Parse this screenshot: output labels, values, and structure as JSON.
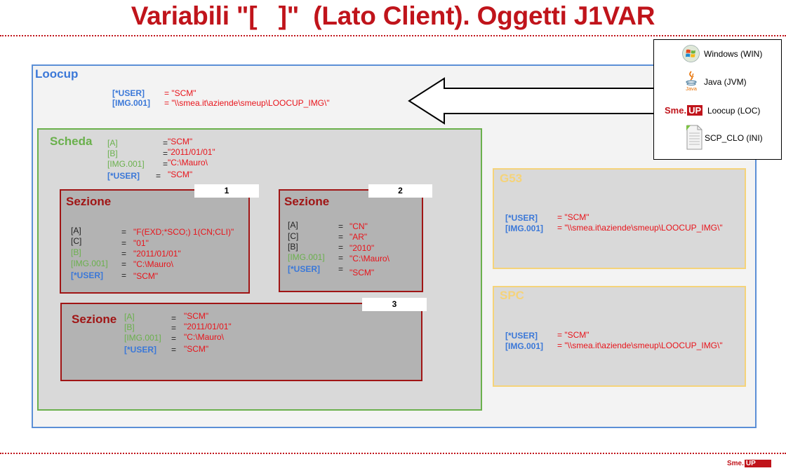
{
  "title": "Variabili \"[   ]\"  (Lato Client). Oggetti J1VAR",
  "loocup": {
    "label": "Loocup",
    "rows": [
      {
        "key": "[*USER]",
        "val": "= \"SCM\""
      },
      {
        "key": "[IMG.001]",
        "val": "= \"\\\\smea.it\\aziende\\smeup\\LOOCUP_IMG\\\""
      }
    ]
  },
  "scheda": {
    "label": "Scheda",
    "rows": [
      {
        "key": "[A]",
        "eq": "=",
        "val": "\"SCM\""
      },
      {
        "key": "[B]",
        "eq": "=",
        "val": "\"2011/01/01\""
      },
      {
        "key": "[IMG.001]",
        "eq": "=",
        "val": "\"C:\\Mauro\\"
      },
      {
        "key": "[*USER]",
        "eq": "=",
        "val": "\"SCM\""
      }
    ]
  },
  "sezione1": {
    "label": "Sezione",
    "num": "1",
    "rows": [
      {
        "key": "[A]",
        "eq": "=",
        "val": "\"F(EXD;*SCO;) 1(CN;CLI)\""
      },
      {
        "key": "[C]",
        "eq": "=",
        "val": "\"01\""
      },
      {
        "key": "[B]",
        "eq": "=",
        "val": "\"2011/01/01\""
      },
      {
        "key": "[IMG.001]",
        "eq": "=",
        "val": "\"C:\\Mauro\\"
      },
      {
        "key": "[*USER]",
        "eq": "=",
        "val": "\"SCM\""
      }
    ]
  },
  "sezione2": {
    "label": "Sezione",
    "num": "2",
    "rows": [
      {
        "key": "[A]",
        "eq": "=",
        "val": "\"CN\""
      },
      {
        "key": "[C]",
        "eq": "=",
        "val": "\"AR\""
      },
      {
        "key": "[B]",
        "eq": "=",
        "val": "\"2010\""
      },
      {
        "key": "[IMG.001]",
        "eq": "=",
        "val": "\"C:\\Mauro\\"
      },
      {
        "key": "[*USER]",
        "eq": "=",
        "val": "\"SCM\""
      }
    ]
  },
  "sezione3": {
    "label": "Sezione",
    "num": "3",
    "rows": [
      {
        "key": "[A]",
        "eq": "=",
        "val": "\"SCM\""
      },
      {
        "key": "[B]",
        "eq": "=",
        "val": "\"2011/01/01\""
      },
      {
        "key": "[IMG.001]",
        "eq": "=",
        "val": "\"C:\\Mauro\\"
      },
      {
        "key": "[*USER]",
        "eq": "=",
        "val": "\"SCM\""
      }
    ]
  },
  "g53": {
    "label": "G53",
    "rows": [
      {
        "key": "[*USER]",
        "val": "= \"SCM\""
      },
      {
        "key": "[IMG.001]",
        "val": "= \"\\\\smea.it\\aziende\\smeup\\LOOCUP_IMG\\\""
      }
    ]
  },
  "spc": {
    "label": "SPC",
    "rows": [
      {
        "key": "[*USER]",
        "val": "= \"SCM\""
      },
      {
        "key": "[IMG.001]",
        "val": "= \"\\\\smea.it\\aziende\\smeup\\LOOCUP_IMG\\\""
      }
    ]
  },
  "legend": {
    "items": [
      {
        "label": "Windows (WIN)",
        "icon": "windows-icon"
      },
      {
        "label": "Java (JVM)",
        "icon": "java-icon",
        "icon_text": "Java"
      },
      {
        "label": "Loocup (LOC)",
        "icon": "smeup-logo",
        "logo_a": "Sme.",
        "logo_b": "UP"
      },
      {
        "label": "SCP_CLO (INI)",
        "icon": "file-icon"
      }
    ]
  },
  "footer": {
    "logo_a": "Sme.",
    "logo_b": "UP"
  },
  "colors": {
    "brand_red": "#c0141b",
    "value_red": "#e8141b",
    "green": "#6ab04c",
    "blue": "#3b78d8",
    "yellow": "#f5d37a",
    "dark_red": "#a01515"
  }
}
